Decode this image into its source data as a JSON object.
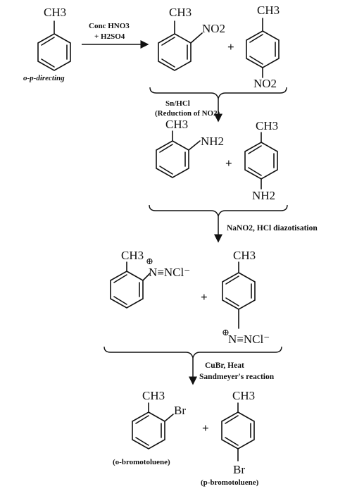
{
  "step1": {
    "start_substituent": "CH3",
    "start_label": "o-p-directing",
    "reagent_line1": "Conc HNO3",
    "reagent_line2": "+ H2SO4",
    "product_ortho_sub1": "CH3",
    "product_ortho_sub2": "NO2",
    "product_para_sub1": "CH3",
    "product_para_sub2": "NO2",
    "plus": "+"
  },
  "step2": {
    "reagent_line1": "Sn/HCl",
    "reagent_line2": "(Reduction of NO2)",
    "product_ortho_sub1": "CH3",
    "product_ortho_sub2": "NH2",
    "product_para_sub1": "CH3",
    "product_para_sub2": "NH2",
    "plus": "+"
  },
  "step3": {
    "reagent_line1": "NaNO2, HCl diazotisation",
    "product_ortho_sub1": "CH3",
    "product_ortho_sub2": "N≡NCl⁻",
    "product_para_sub1": "CH3",
    "product_para_sub2": "N≡NCl⁻",
    "charge_symbol": "⊕",
    "plus": "+"
  },
  "step4": {
    "reagent_line1": "CuBr, Heat",
    "reagent_line2": "Sandmeyer's reaction",
    "product_ortho_sub1": "CH3",
    "product_ortho_sub2": "Br",
    "product_ortho_name": "(o-bromotoluene)",
    "product_para_sub1": "CH3",
    "product_para_sub2": "Br",
    "product_para_name": "(p-bromotoluene)",
    "plus": "+"
  }
}
